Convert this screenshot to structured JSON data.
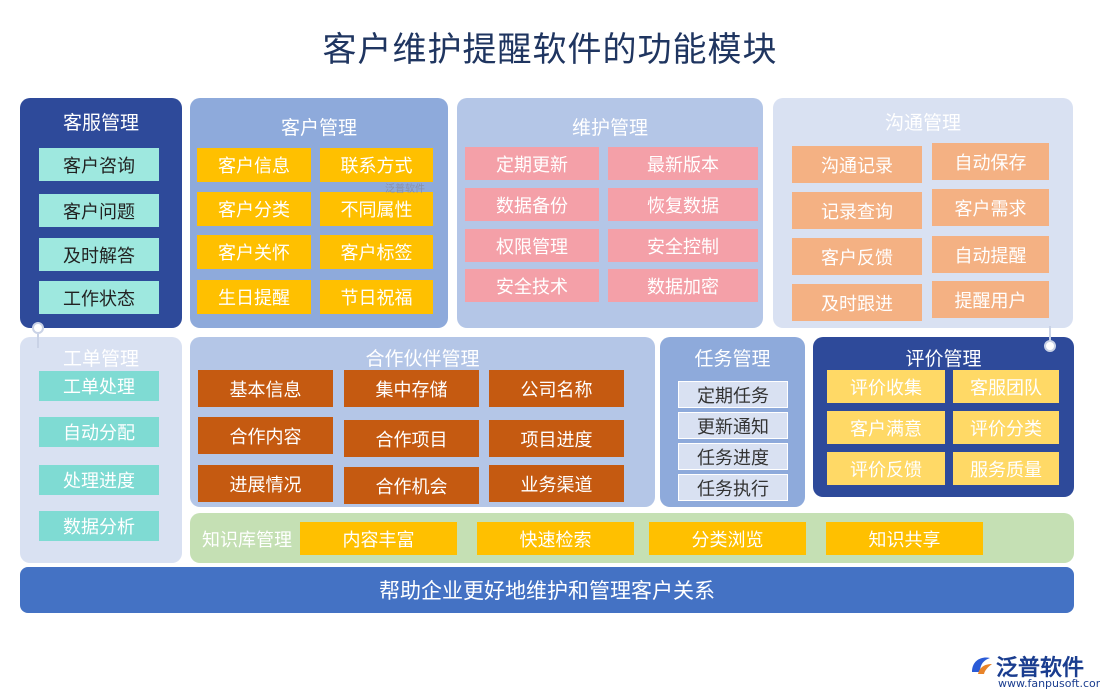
{
  "title": "客户维护提醒软件的功能模块",
  "kefu": {
    "title": "客服管理",
    "items": [
      "客户咨询",
      "客户问题",
      "及时解答",
      "工作状态"
    ]
  },
  "kehu": {
    "title": "客户管理",
    "items": [
      "客户信息",
      "联系方式",
      "客户分类",
      "不同属性",
      "客户关怀",
      "客户标签",
      "生日提醒",
      "节日祝福"
    ]
  },
  "weihu": {
    "title": "维护管理",
    "items": [
      "定期更新",
      "最新版本",
      "数据备份",
      "恢复数据",
      "权限管理",
      "安全控制",
      "安全技术",
      "数据加密"
    ]
  },
  "goutong": {
    "title": "沟通管理",
    "items": [
      "沟通记录",
      "自动保存",
      "记录查询",
      "客户需求",
      "客户反馈",
      "自动提醒",
      "及时跟进",
      "提醒用户"
    ]
  },
  "gongdan": {
    "title": "工单管理",
    "items": [
      "工单处理",
      "自动分配",
      "处理进度",
      "数据分析"
    ]
  },
  "hezuo": {
    "title": "合作伙伴管理",
    "items": [
      "基本信息",
      "集中存储",
      "公司名称",
      "合作内容",
      "合作项目",
      "项目进度",
      "进展情况",
      "合作机会",
      "业务渠道"
    ]
  },
  "renwu": {
    "title": "任务管理",
    "items": [
      "定期任务",
      "更新通知",
      "任务进度",
      "任务执行"
    ]
  },
  "pingjia": {
    "title": "评价管理",
    "items": [
      "评价收集",
      "客服团队",
      "客户满意",
      "评价分类",
      "评价反馈",
      "服务质量"
    ]
  },
  "zhishi": {
    "title": "知识库管理",
    "items": [
      "内容丰富",
      "快速检索",
      "分类浏览",
      "知识共享"
    ]
  },
  "footer": "帮助企业更好地维护和管理客户关系",
  "logo": {
    "name": "泛普软件",
    "url": "www.fanpusoft.com"
  },
  "watermark": "泛普软件",
  "colors": {
    "dark_blue": "#2e4a9a",
    "mid_blue": "#8eaadb",
    "light_blue": "#b4c6e7",
    "pale_blue": "#d9e1f2",
    "gold": "#ffc000",
    "pink": "#f4a0a8",
    "peach": "#f4b183",
    "teal": "#9ee8df",
    "brown": "#c55a11",
    "light_green": "#c5e0b4",
    "footer_blue": "#4472c4"
  }
}
